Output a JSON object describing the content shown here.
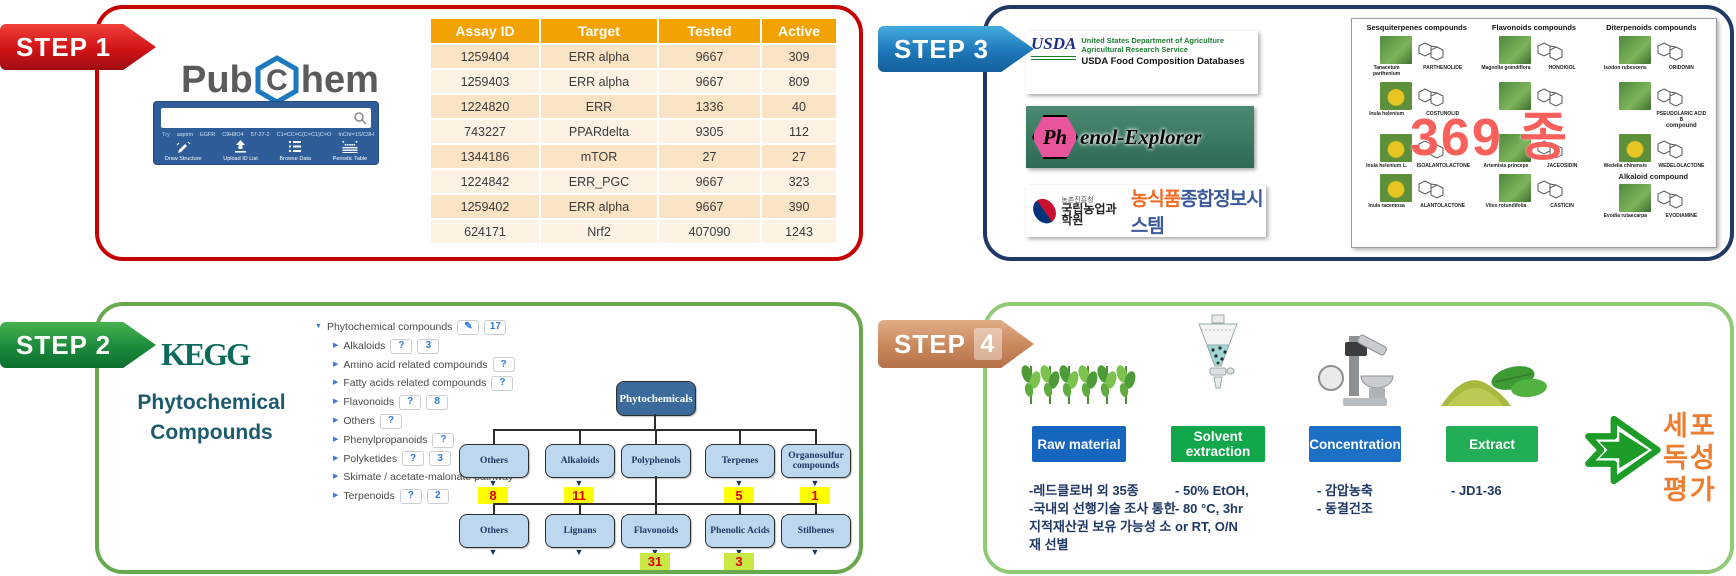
{
  "step1": {
    "badge": "STEP 1",
    "pubchem_logo": {
      "pub": "Pub",
      "c": "C",
      "hem": "hem"
    },
    "search": {
      "try_label": "Try",
      "suggestions": [
        "aspirin",
        "EGFR",
        "C9H8O4",
        "57-27-2",
        "C1=CC=C(C=C1)C=O",
        "InChI=1S/C9H8O2/c1-3(2)..."
      ],
      "toolbar": [
        "Draw Structure",
        "Upload ID List",
        "Browse Data",
        "Periodic Table"
      ]
    },
    "table": {
      "headers": [
        "Assay ID",
        "Target",
        "Tested",
        "Active"
      ],
      "rows": [
        [
          "1259404",
          "ERR alpha",
          "9667",
          "309"
        ],
        [
          "1259403",
          "ERR alpha",
          "9667",
          "809"
        ],
        [
          "1224820",
          "ERR",
          "1336",
          "40"
        ],
        [
          "743227",
          "PPARdelta",
          "9305",
          "112"
        ],
        [
          "1344186",
          "mTOR",
          "27",
          "27"
        ],
        [
          "1224842",
          "ERR_PGC",
          "9667",
          "323"
        ],
        [
          "1259402",
          "ERR alpha",
          "9667",
          "390"
        ],
        [
          "624171",
          "Nrf2",
          "407090",
          "1243"
        ]
      ]
    }
  },
  "step2": {
    "badge": "STEP 2",
    "kegg_logo": "KEGG",
    "title1": "Phytochemical",
    "title2": "Compounds",
    "tree": {
      "root_label": "Phytochemical compounds",
      "root_count": "17",
      "edit_icon": "✎",
      "q_label": "?",
      "items": [
        {
          "label": "Alkaloids",
          "q": true,
          "count": "3"
        },
        {
          "label": "Amino acid related compounds",
          "q": true,
          "count": ""
        },
        {
          "label": "Fatty acids related compounds",
          "q": true,
          "count": ""
        },
        {
          "label": "Flavonoids",
          "q": true,
          "count": "8"
        },
        {
          "label": "Others",
          "q": true,
          "count": ""
        },
        {
          "label": "Phenylpropanoids",
          "q": true,
          "count": ""
        },
        {
          "label": "Polyketides",
          "q": true,
          "count": "3"
        },
        {
          "label": "Skimate / acetate-malonate pathway",
          "q": false,
          "count": ""
        },
        {
          "label": "Terpenoids",
          "q": true,
          "count": "2"
        }
      ]
    },
    "chart": {
      "root": "Phytochemicals",
      "level1": [
        {
          "label": "Others",
          "count": "8"
        },
        {
          "label": "Alkaloids",
          "count": "11"
        },
        {
          "label": "Polyphenols",
          "count": ""
        },
        {
          "label": "Terpenes",
          "count": "5"
        },
        {
          "label": "Organosulfur compounds",
          "count": "1"
        }
      ],
      "level2": [
        {
          "label": "Others",
          "count": ""
        },
        {
          "label": "Lignans",
          "count": ""
        },
        {
          "label": "Flavonoids",
          "count": "31"
        },
        {
          "label": "Phenolic Acids",
          "count": "3"
        },
        {
          "label": "Stilbenes",
          "count": ""
        }
      ]
    }
  },
  "step3": {
    "badge": "STEP 3",
    "usda": {
      "acronym": "USDA",
      "dept": "United States Department of Agriculture",
      "service": "Agricultural Research Service",
      "db": "USDA Food Composition Databases"
    },
    "phenol": {
      "hex": "Ph",
      "name": "enol-Explorer"
    },
    "krdb": {
      "agency_top": "농촌진흥청",
      "agency": "국립농업과학원",
      "name_a": "농식품",
      "name_b": "종합정보시스템"
    },
    "catalog": {
      "col_headers": [
        "Sesquiterpenes compounds",
        "Flavonoids compounds",
        "Diterpenoids compounds"
      ],
      "count": "369 종",
      "items": [
        {
          "plant": "Tanacetum parthenium",
          "compound": "PARTHENOLIDE",
          "photo": "green"
        },
        {
          "plant": "Magnolia grandiflora",
          "compound": "HONOKIOL",
          "photo": "green"
        },
        {
          "plant": "Isodon rubescens",
          "compound": "ORIDONIN",
          "photo": "green"
        },
        {
          "plant": "Inula helenium",
          "compound": "COSTUNOLID",
          "photo": "yellow"
        },
        {
          "plant": "",
          "compound": "",
          "photo": "green"
        },
        {
          "plant": "",
          "compound": "PSEUDOLARIC ACID B",
          "extra": "compound",
          "photo": "green"
        },
        {
          "plant": "Inula helenium L.",
          "compound": "ISOALANTOLACTONE",
          "photo": "yellow"
        },
        {
          "plant": "Artemisia princeps",
          "compound": "JACEOSIDIN",
          "photo": "green"
        },
        {
          "plant": "Wedelia chinensis",
          "compound": "WEDELOLACTONE",
          "photo": "yellow"
        },
        {
          "plant": "Inula racemosa",
          "compound": "ALANTOLACTONE",
          "photo": "yellow"
        },
        {
          "plant": "Vitex rotundifolia",
          "compound": "CASTICIN",
          "photo": "green"
        },
        {
          "plant": "Evodia rutaecarpa",
          "compound": "EVODIAMINE",
          "header": "Alkaloid compound",
          "photo": "green"
        }
      ]
    }
  },
  "step4": {
    "badge_step": "STEP",
    "badge_num": "4",
    "stages": [
      {
        "label": "Raw material",
        "color": "#1666C0",
        "icon": "plants-icon",
        "notes": "-레드클로버 외 35종\n-국내외 선행기술 조사 통한 지적재산권 보유 가능성 소재 선별"
      },
      {
        "label": "Solvent\nextraction",
        "color": "#12A74B",
        "icon": "separatory-funnel-icon",
        "notes": "-  50% EtOH,\n-  80 °C, 3hr\n    or RT, O/N"
      },
      {
        "label": "Concentration",
        "color": "#1B6FC4",
        "icon": "rotary-evaporator-icon",
        "notes": "-  감압농축\n-  동결건조"
      },
      {
        "label": "Extract",
        "color": "#22AD57",
        "icon": "green-extract-icon",
        "notes": "-  JD1-36"
      }
    ],
    "result": "세포\n독성\n평가"
  }
}
